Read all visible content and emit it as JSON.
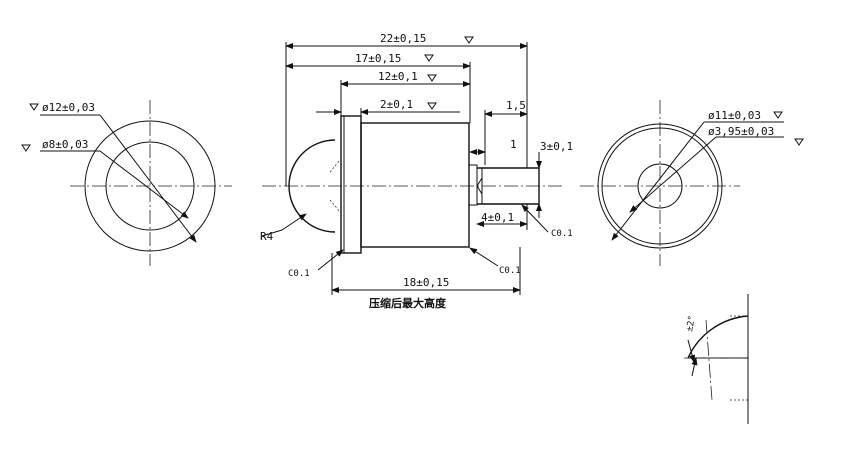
{
  "drawing": {
    "dims": {
      "total_length": "22±0,15",
      "body_17": "17±0,15",
      "body_12": "12±0,1",
      "flange_2": "2±0,1",
      "pin_gap": "1,5",
      "pin_step": "1",
      "pin_diameter": "3±0,1",
      "pin_length": "4±0,1",
      "compressed_18": "18±0,15",
      "radius": "R4",
      "chamfer": "C0.1",
      "angle": "±2°"
    },
    "left_view": {
      "outer_dia": "ø12±0,03",
      "inner_dia": "ø8±0,03"
    },
    "right_view": {
      "outer_dia": "ø11±0,03",
      "inner_dia": "ø3,95±0,03"
    },
    "caption": "压缩后最大高度"
  }
}
